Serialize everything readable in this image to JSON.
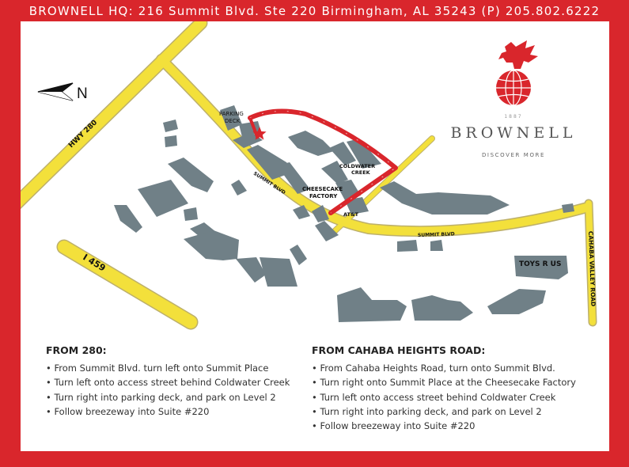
{
  "header": {
    "address": "BROWNELL HQ: 216 Summit Blvd. Ste 220 Birmingham, AL 35243 (P) 205.802.6222"
  },
  "colors": {
    "frame": "#d9262c",
    "road": "#f3e03b",
    "route": "#d9262c",
    "building": "#708087"
  },
  "logo": {
    "icon": "griffin-globe-icon",
    "year": "1887",
    "brand": "BROWNELL",
    "tagline": "DISCOVER MORE"
  },
  "map": {
    "compass": "N",
    "roads": {
      "hwy280": "HWY 280",
      "i459": "I 459",
      "cahaba": "CAHABA VALLEY ROAD",
      "summit1": "SUMMIT BLVD",
      "summit2": "SUMMIT BLVD"
    },
    "landmarks": {
      "parking_line1": "PARKING",
      "parking_line2": "DECK",
      "coldwater_line1": "COLDWATER",
      "coldwater_line2": "CREEK",
      "cheesecake_line1": "CHEESECAKE",
      "cheesecake_line2": "FACTORY",
      "att": "AT&T",
      "toys": "TOYS R US"
    }
  },
  "directions": {
    "from280": {
      "title": "FROM 280:",
      "steps": [
        "From Summit Blvd. turn left onto Summit Place",
        "Turn left onto access street behind Coldwater Creek",
        "Turn right into parking deck, and park on Level 2",
        "Follow breezeway into Suite #220"
      ]
    },
    "fromCahaba": {
      "title": "FROM CAHABA HEIGHTS ROAD:",
      "steps": [
        "From Cahaba Heights Road, turn onto Summit Blvd.",
        "Turn right onto Summit Place at the Cheesecake Factory",
        "Turn left onto access street behind Coldwater Creek",
        "Turn right into parking deck, and park on Level 2",
        "Follow breezeway into Suite #220"
      ]
    }
  }
}
